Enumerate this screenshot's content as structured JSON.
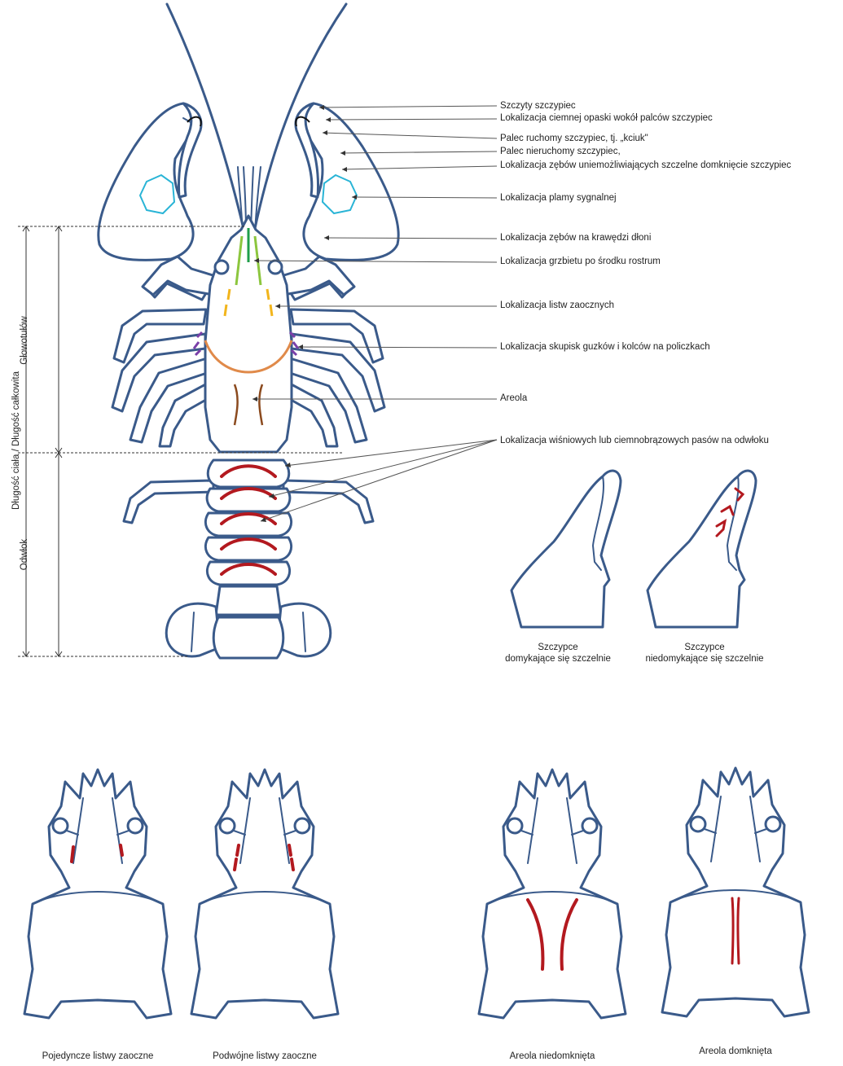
{
  "labels": {
    "claw_tips": "Szczyty  szczypiec",
    "dark_band": "Lokalizacja ciemnej opaski wokół palców szczypiec",
    "movable_finger": "Palec ruchomy szczypiec, tj. „kciuk\"",
    "fixed_finger": "Palec nieruchomy szczypiec,",
    "gap_teeth": "Lokalizacja zębów uniemożliwiających szczelne  domknięcie szczypiec",
    "signal_spot": "Lokalizacja plamy sygnalnej",
    "palm_teeth": "Lokalizacja zębów na krawędzi dłoni",
    "rostrum_ridge": "Lokalizacja grzbietu po środku rostrum",
    "postorbital_ridges": "Lokalizacja listw zaocznych",
    "cheek_spines": "Lokalizacja skupisk guzków i kolców na policzkach",
    "areola": "Areola",
    "abdomen_bands": "Lokalizacja wiśniowych lub ciemnobrązowych pasów na odwłoku"
  },
  "axis": {
    "body_length": "Długość ciała / Długość całkowita",
    "cephalothorax": "Głowotułów",
    "abdomen": "Odwłok"
  },
  "captions": {
    "claw_closed_1": "Szczypce",
    "claw_closed_2": "domykające się szczelnie",
    "claw_open_1": "Szczypce",
    "claw_open_2": "niedomykające się szczelnie",
    "single_ridges": "Pojedyncze  listwy zaoczne",
    "double_ridges": "Podwójne listwy zaoczne",
    "areola_open": "Areola niedomknięta",
    "areola_closed": "Areola domknięta"
  },
  "colors": {
    "outline": "#3a5a8a",
    "red": "#b3191f",
    "signal_spot": "#29b4d6",
    "rostrum_green": "#1f9e4a",
    "ridge_lightgreen": "#8cc63e",
    "ridge_yellow": "#f2b51c",
    "cheek_purple": "#7a3fa8",
    "cervical_orange": "#e08a4a",
    "areola_brown": "#8b4a1e"
  }
}
